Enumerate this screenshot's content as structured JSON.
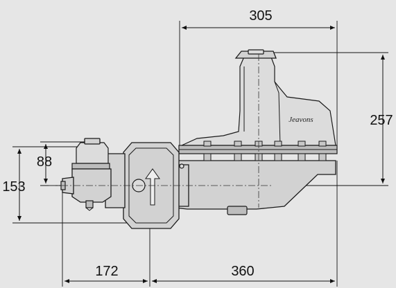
{
  "diagram": {
    "brand": "Jeavons",
    "dimensions": {
      "overall_width": "305",
      "overall_height": "257",
      "inlet_height_small": "88",
      "inlet_height_total": "153",
      "pilot_length": "172",
      "body_length": "360"
    },
    "colors": {
      "background": "#e6e6e6",
      "metal": "#d2d2d2",
      "lines": "#1a1a1a"
    }
  }
}
